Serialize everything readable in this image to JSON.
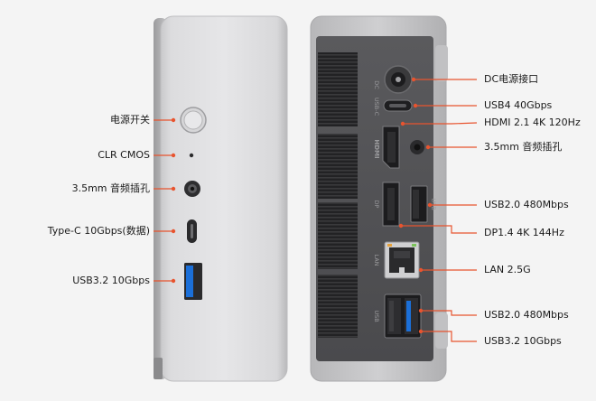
{
  "accent_color": "#e8542f",
  "left_labels": [
    {
      "text": "电源开关"
    },
    {
      "text": "CLR CMOS"
    },
    {
      "text": "3.5mm 音频插孔"
    },
    {
      "text": "Type-C 10Gbps(数据)"
    },
    {
      "text": "USB3.2 10Gbps"
    }
  ],
  "right_labels": [
    {
      "text": "DC电源接口"
    },
    {
      "text": "USB4 40Gbps"
    },
    {
      "text": "HDMI 2.1 4K 120Hz"
    },
    {
      "text": "3.5mm 音频插孔"
    },
    {
      "text": "USB2.0 480Mbps"
    },
    {
      "text": "DP1.4 4K 144Hz"
    },
    {
      "text": "LAN 2.5G"
    },
    {
      "text": "USB2.0 480Mbps"
    },
    {
      "text": "USB3.2 10Gbps"
    }
  ],
  "panel_markings": {
    "dc": "DC",
    "usbc": "USB-C",
    "hdmi": "HDMI",
    "dp": "DP",
    "usb_upper": "USB",
    "lan": "LAN",
    "usb_lower": "USB"
  },
  "icons": {
    "power": "power-button-icon",
    "clr": "clr-cmos-pinhole-icon",
    "audio": "audio-jack-icon",
    "type_c": "usb-c-port-icon",
    "usb_a": "usb-a-port-icon",
    "headphone": "headphone-icon"
  }
}
